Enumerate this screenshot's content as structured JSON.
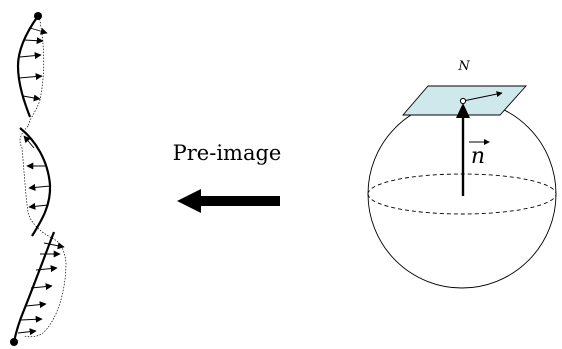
{
  "labels": {
    "arrow_caption": "Pre-image",
    "pole_label": "N",
    "normal_vector": "n"
  },
  "colors": {
    "ink": "#000000",
    "tangent_plane_fill": "#cfe8ec",
    "background": "#ffffff"
  }
}
